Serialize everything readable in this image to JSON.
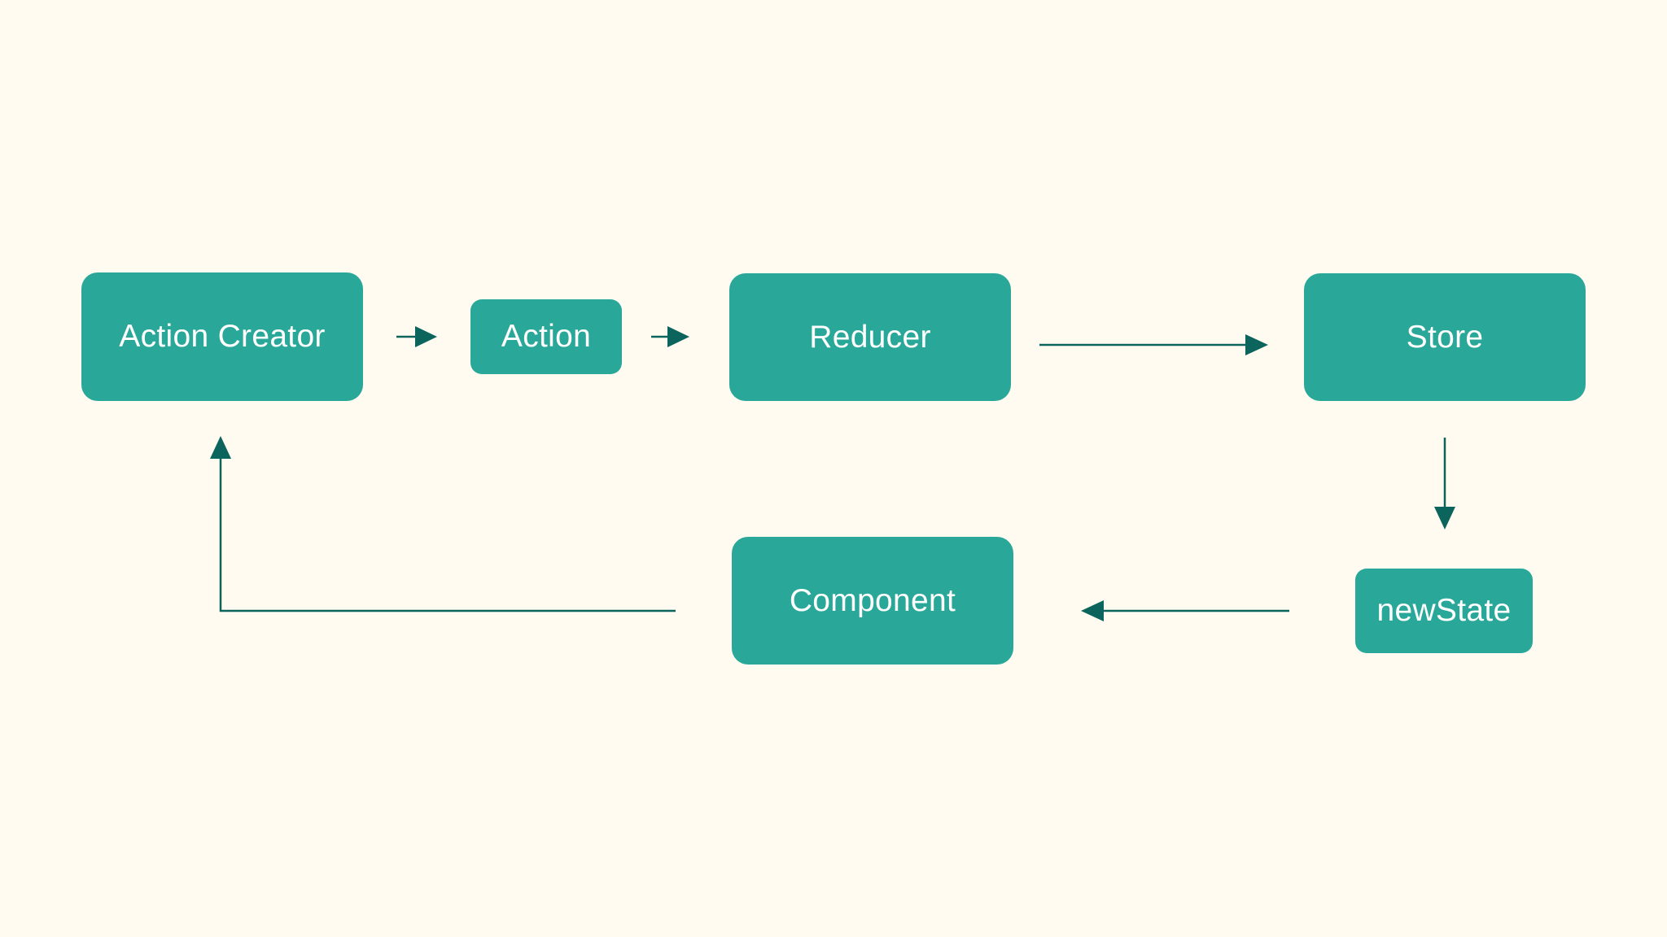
{
  "colors": {
    "background": "#fffbf0",
    "node_fill": "#29a89a",
    "node_text": "#ffffff",
    "arrow": "#0b655d"
  },
  "nodes": {
    "action_creator": "Action Creator",
    "action": "Action",
    "reducer": "Reducer",
    "store": "Store",
    "component": "Component",
    "new_state": "newState"
  },
  "edges": [
    {
      "from": "action_creator",
      "to": "action"
    },
    {
      "from": "action",
      "to": "reducer"
    },
    {
      "from": "reducer",
      "to": "store"
    },
    {
      "from": "store",
      "to": "new_state"
    },
    {
      "from": "new_state",
      "to": "component"
    },
    {
      "from": "component",
      "to": "action_creator"
    }
  ]
}
